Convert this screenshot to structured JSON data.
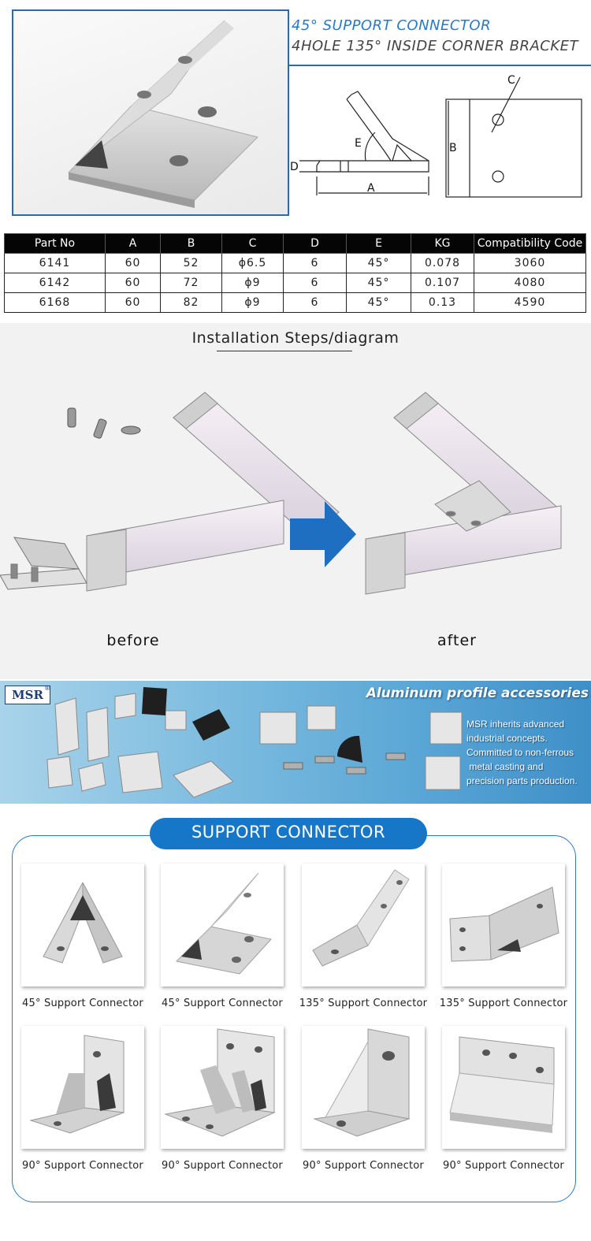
{
  "header": {
    "title_line1": "45° SUPPORT CONNECTOR",
    "title_line2": "4HOLE 135° INSIDE CORNER BRACKET",
    "dimension_labels": [
      "A",
      "B",
      "C",
      "D",
      "E"
    ]
  },
  "spec_table": {
    "headers": [
      "Part No",
      "A",
      "B",
      "C",
      "D",
      "E",
      "KG",
      "Compatibility Code"
    ],
    "rows": [
      [
        "6141",
        "60",
        "52",
        "ϕ6.5",
        "6",
        "45°",
        "0.078",
        "3060"
      ],
      [
        "6142",
        "60",
        "72",
        "ϕ9",
        "6",
        "45°",
        "0.107",
        "4080"
      ],
      [
        "6168",
        "60",
        "82",
        "ϕ9",
        "6",
        "45°",
        "0.13",
        "4590"
      ]
    ]
  },
  "installation": {
    "title": "Installation Steps/diagram",
    "before_label": "before",
    "after_label": "after"
  },
  "banner": {
    "logo": "MSR",
    "logo_mark": "®",
    "headline": "Aluminum profile accessories",
    "body_lines": [
      "MSR inherits advanced",
      "industrial concepts.",
      "Committed to non-ferrous",
      " metal casting and",
      "precision parts production."
    ]
  },
  "products": {
    "section_title": "SUPPORT CONNECTOR",
    "items": [
      {
        "label": "45° Support Connector",
        "icon": "45-degree-bracket-front"
      },
      {
        "label": "45° Support Connector",
        "icon": "45-degree-bracket-angled"
      },
      {
        "label": "135° Support Connector",
        "icon": "135-degree-bracket-side"
      },
      {
        "label": "135° Support Connector",
        "icon": "135-degree-bracket-front"
      },
      {
        "label": "90° Support Connector",
        "icon": "90-degree-ribbed-bracket"
      },
      {
        "label": "90° Support Connector",
        "icon": "90-degree-double-rib-bracket"
      },
      {
        "label": "90° Support Connector",
        "icon": "90-degree-gusset-bracket"
      },
      {
        "label": "90° Support Connector",
        "icon": "90-degree-wide-bracket"
      }
    ]
  },
  "colors": {
    "accent_blue": "#1677c9",
    "title_blue": "#2a79c4",
    "table_header": "#050505",
    "install_bg": "#f2f2f2",
    "arrow_blue": "#1e6fc2"
  }
}
